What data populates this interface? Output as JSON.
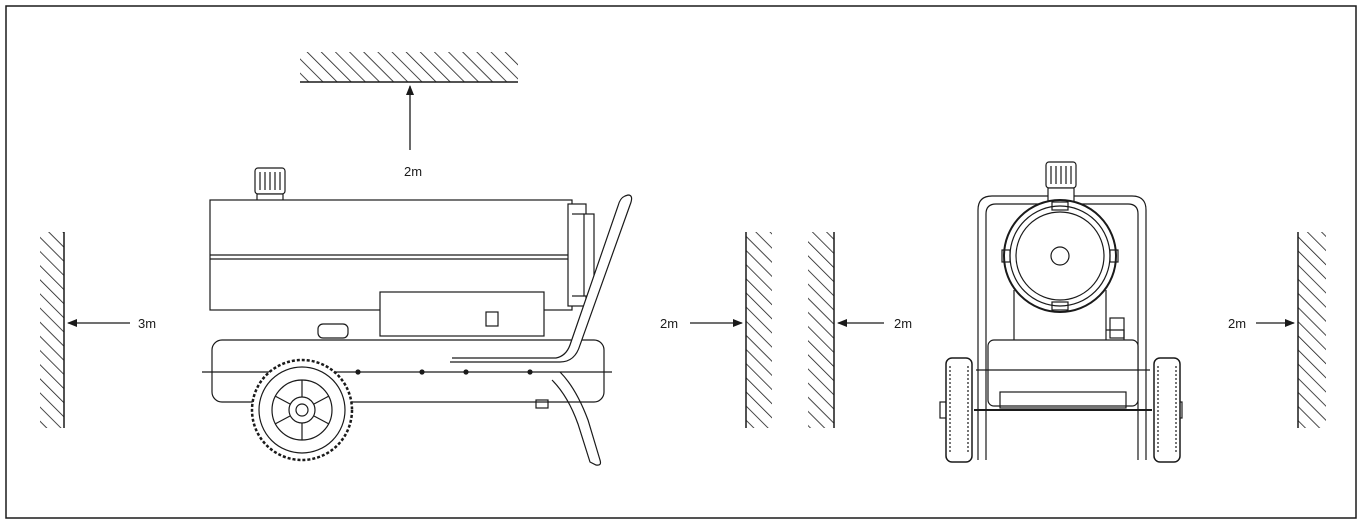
{
  "diagram": {
    "side_view": {
      "clearance_top_label": "2m",
      "clearance_rear_label": "3m",
      "clearance_front_label": "2m"
    },
    "front_view": {
      "clearance_left_label": "2m",
      "clearance_right_label": "2m"
    },
    "colors": {
      "line": "#1a1a1a",
      "background": "#ffffff"
    }
  }
}
